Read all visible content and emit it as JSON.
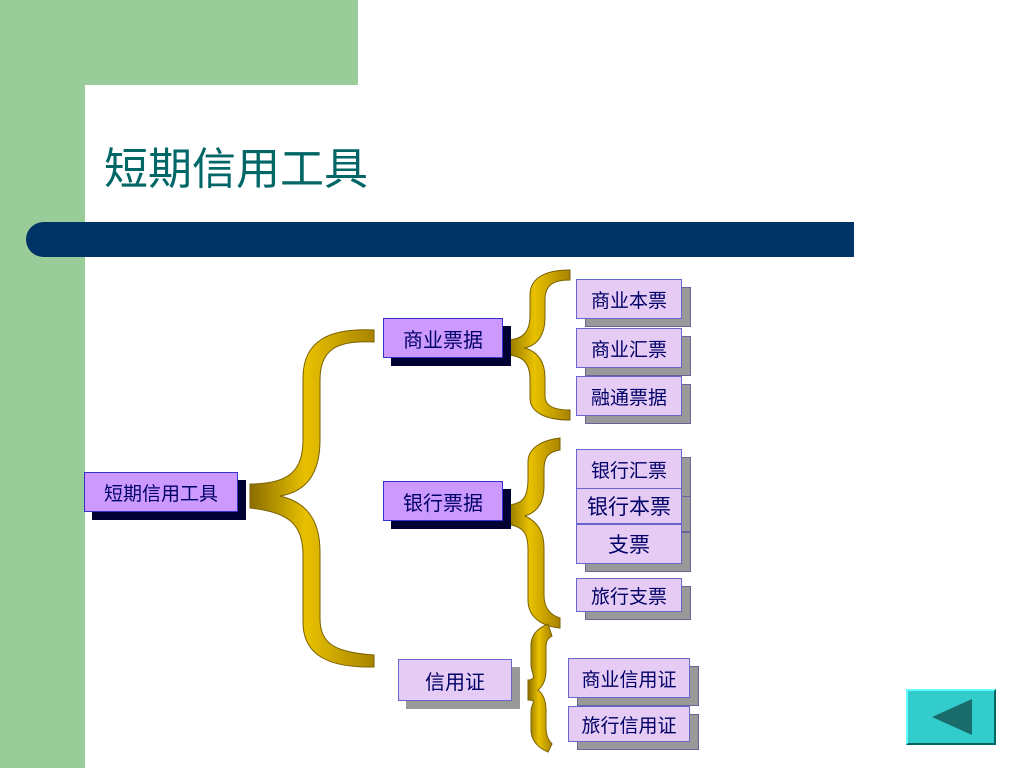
{
  "title": "短期信用工具",
  "root": "短期信用工具",
  "branches": [
    {
      "label": "商业票据",
      "leaves": [
        "商业本票",
        "商业汇票",
        "融通票据"
      ]
    },
    {
      "label": "银行票据",
      "leaves": [
        "银行汇票",
        "银行本票",
        "支票",
        "旅行支票"
      ]
    },
    {
      "label": "信用证",
      "leaves": [
        "商业信用证",
        "旅行信用证"
      ]
    }
  ],
  "colors": {
    "green": "#99cc99",
    "navy": "#003366",
    "title": "#006666",
    "brace": "#e0b800",
    "node": "#cc99ff",
    "leaf": "#e6ccf5",
    "nav": "#33cccc"
  },
  "nav": {
    "icon": "back-arrow-icon"
  }
}
